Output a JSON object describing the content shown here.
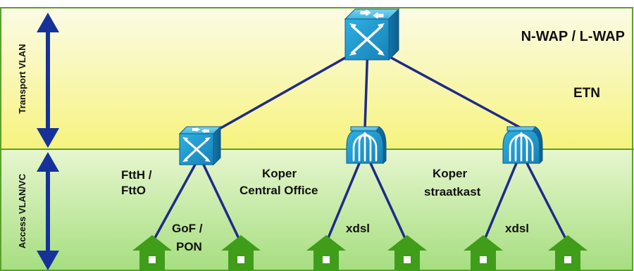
{
  "zones": {
    "transport": {
      "label": "Transport VLAN",
      "color_top": "#fbfbe6",
      "color_bottom": "#f6f37e"
    },
    "access": {
      "label": "Access VLAN/VC",
      "color_top": "#e7f6cf",
      "color_bottom": "#a6de80"
    }
  },
  "colors": {
    "border": "#5aa02c",
    "link": "#1f2a8a",
    "arrow": "#16329a",
    "device": "#1aa0d6",
    "house": "#3f9d1a"
  },
  "labels": {
    "nwap": "N-WAP / L-WAP",
    "etn": "ETN",
    "ftth": [
      "FttH /",
      "FttO"
    ],
    "gof": [
      "GoF /",
      "PON"
    ],
    "koper_co": [
      "Koper",
      "Central Office"
    ],
    "koper_sk": [
      "Koper",
      "straatkast"
    ],
    "xdsl_1": "xdsl",
    "xdsl_2": "xdsl"
  },
  "icons": {
    "core_switch": "switch-icon",
    "access_switch": "switch-icon",
    "dslam": "dslam-icon",
    "house": "house-icon"
  }
}
